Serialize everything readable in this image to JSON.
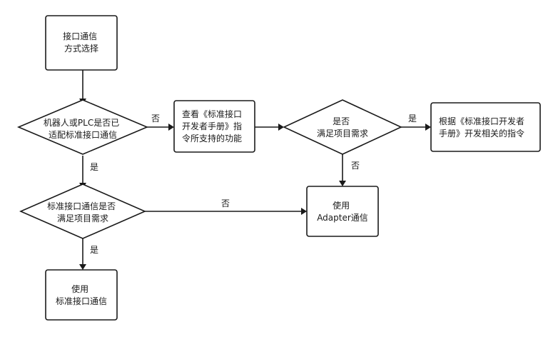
{
  "nodes": {
    "start": {
      "lines": [
        "接口通信",
        "方式选择"
      ]
    },
    "decision_support": {
      "lines": [
        "机器人或PLC是否已",
        "适配标准接口通信"
      ]
    },
    "check_manual": {
      "lines": [
        "查看《标准接口",
        "开发者手册》指",
        "令所支持的功能"
      ]
    },
    "decision_meet_right": {
      "lines": [
        "是否",
        "满足项目需求"
      ]
    },
    "use_manual_cmds": {
      "lines": [
        "根据《标准接口开发者",
        "手册》开发相关的指令"
      ]
    },
    "decision_meet_left": {
      "lines": [
        "标准接口通信是否",
        "满足项目需求"
      ]
    },
    "use_adapter": {
      "lines": [
        "使用",
        "Adapter通信"
      ]
    },
    "use_standard": {
      "lines": [
        "使用",
        "标准接口通信"
      ]
    }
  },
  "edge_labels": {
    "support_no": "否",
    "support_yes": "是",
    "meet_right_yes": "是",
    "meet_right_no": "否",
    "meet_left_no": "否",
    "meet_left_yes": "是"
  }
}
